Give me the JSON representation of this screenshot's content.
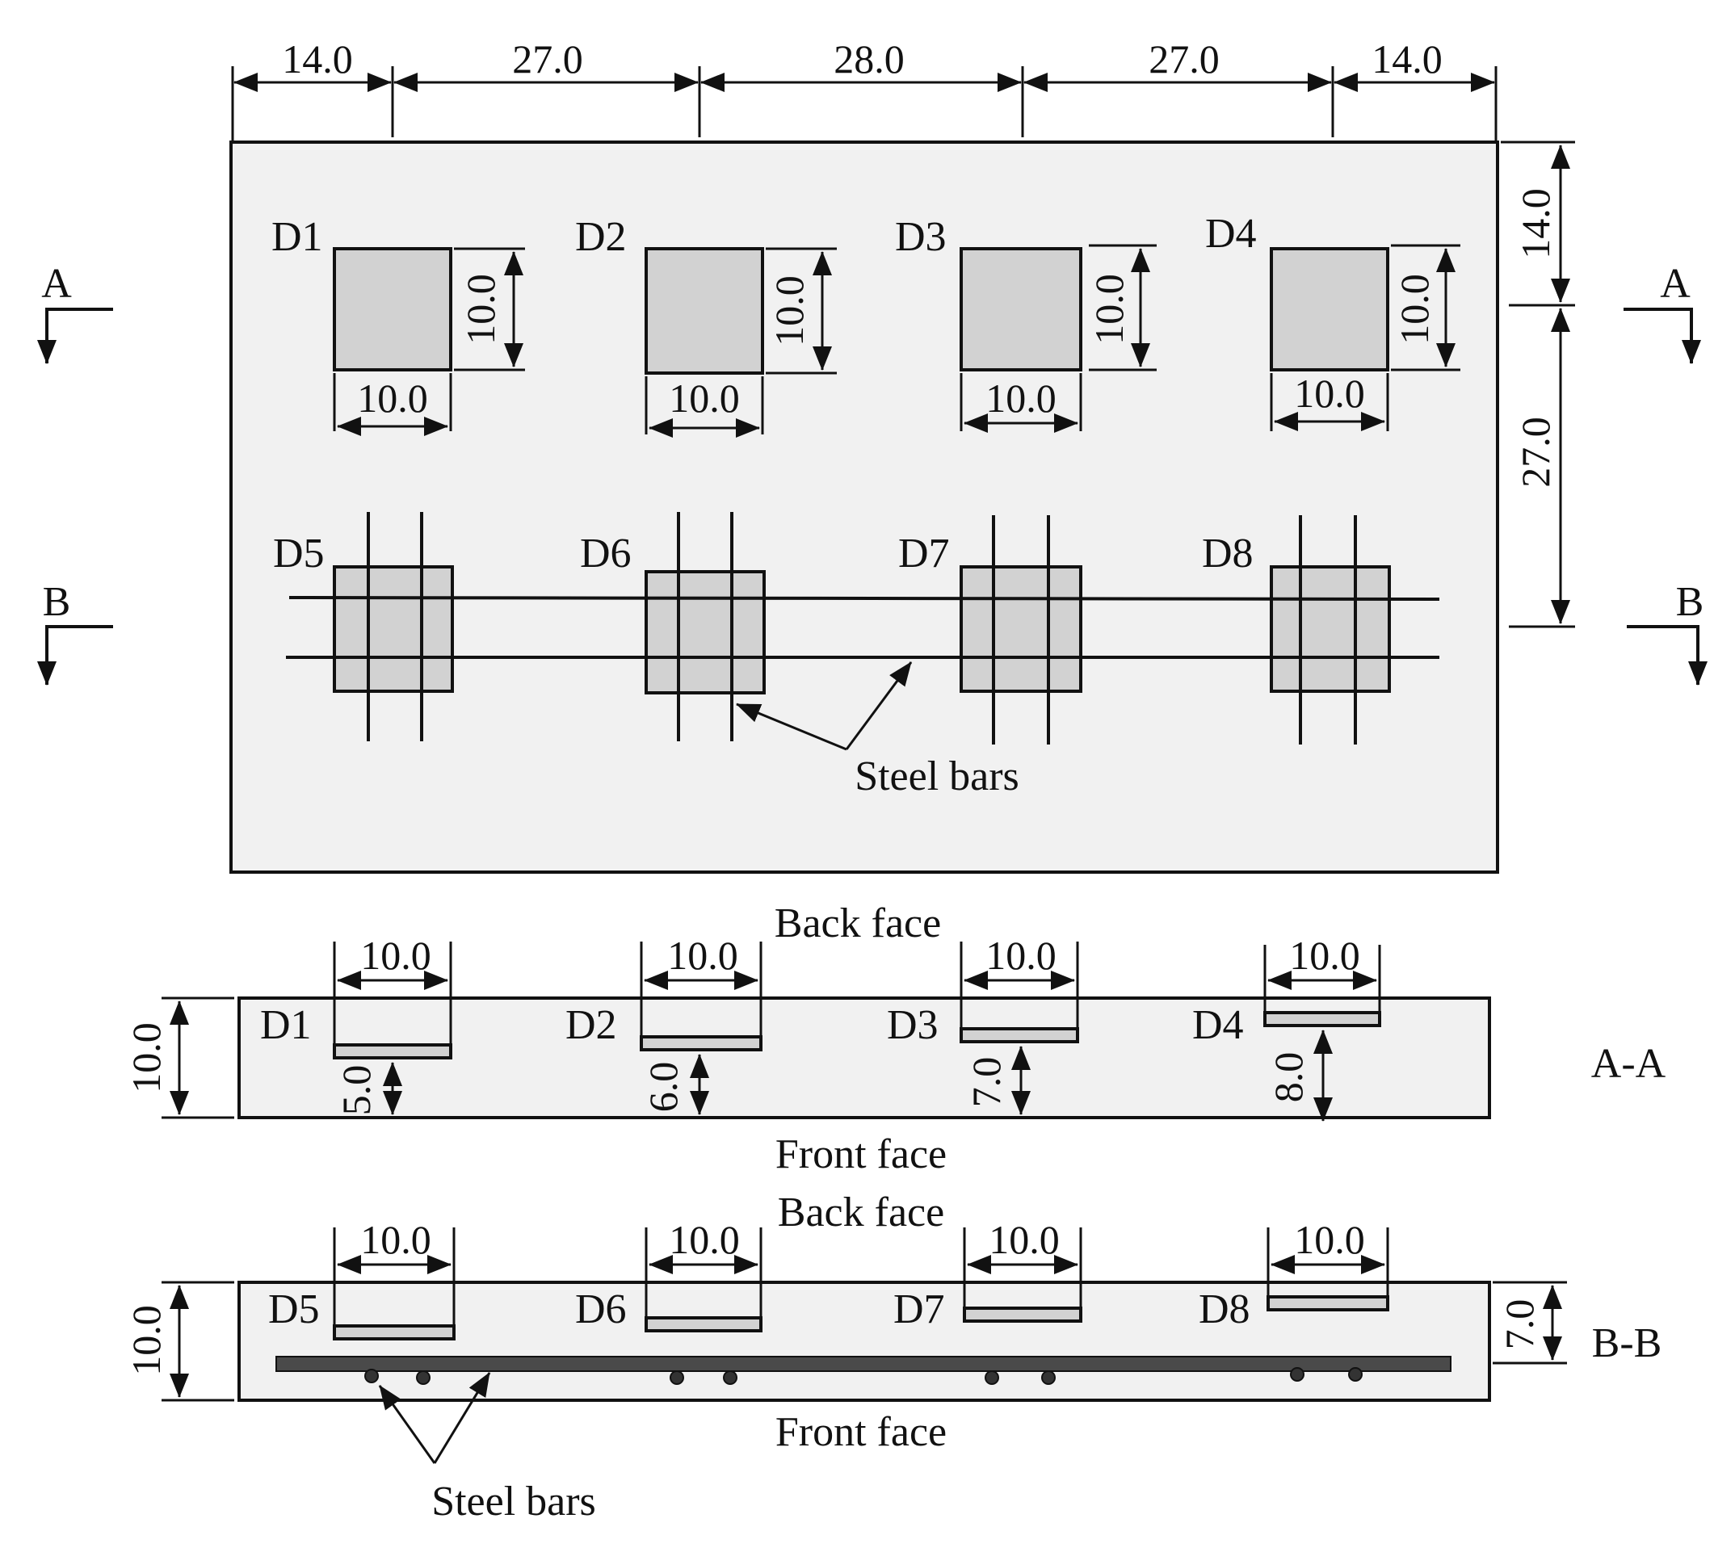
{
  "colors": {
    "slab_fill": "#f1f1f1",
    "defect_fill": "#d2d2d2",
    "rebar_strip": "#4a4a4a",
    "line": "#111111"
  },
  "plan": {
    "top_dims": [
      "14.0",
      "27.0",
      "28.0",
      "27.0",
      "14.0"
    ],
    "right_dims": [
      "14.0",
      "27.0"
    ],
    "defects_row1": [
      {
        "label": "D1",
        "w": "10.0",
        "h": "10.0"
      },
      {
        "label": "D2",
        "w": "10.0",
        "h": "10.0"
      },
      {
        "label": "D3",
        "w": "10.0",
        "h": "10.0"
      },
      {
        "label": "D4",
        "w": "10.0",
        "h": "10.0"
      }
    ],
    "defects_row2": [
      {
        "label": "D5"
      },
      {
        "label": "D6"
      },
      {
        "label": "D7"
      },
      {
        "label": "D8"
      }
    ],
    "steel_bars_label": "Steel bars",
    "section_a_mark": "A",
    "section_b_mark": "B",
    "back_face_label": "Back face"
  },
  "section_aa": {
    "title": "A-A",
    "thickness": "10.0",
    "top_label": "Back face",
    "bottom_label": "Front face",
    "defects": [
      {
        "label": "D1",
        "w": "10.0",
        "depth": "5.0"
      },
      {
        "label": "D2",
        "w": "10.0",
        "depth": "6.0"
      },
      {
        "label": "D3",
        "w": "10.0",
        "depth": "7.0"
      },
      {
        "label": "D4",
        "w": "10.0",
        "depth": "8.0"
      }
    ]
  },
  "section_bb": {
    "title": "B-B",
    "thickness": "10.0",
    "depth": "7.0",
    "top_label": "Back face",
    "bottom_label": "Front face",
    "steel_bars_label": "Steel bars",
    "defects": [
      {
        "label": "D5",
        "w": "10.0"
      },
      {
        "label": "D6",
        "w": "10.0"
      },
      {
        "label": "D7",
        "w": "10.0"
      },
      {
        "label": "D8",
        "w": "10.0"
      }
    ]
  }
}
